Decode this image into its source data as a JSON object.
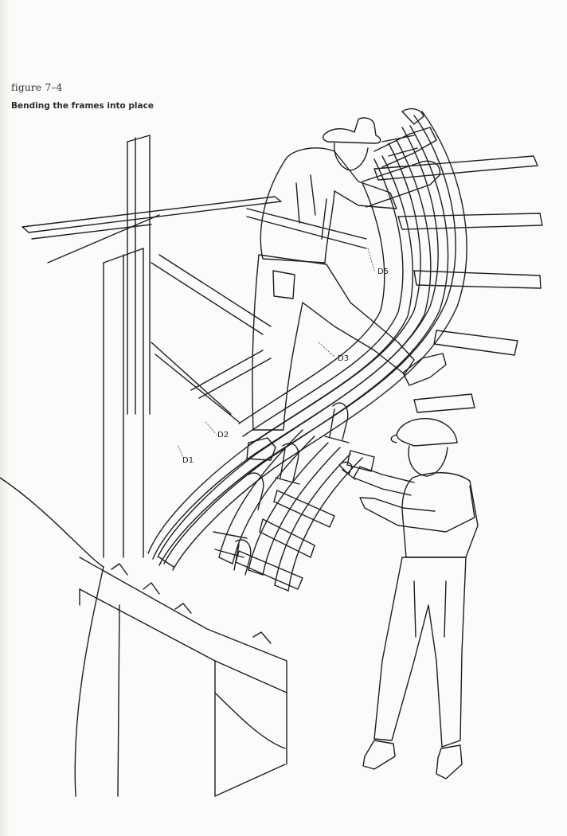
{
  "figure": {
    "number": "figure 7–4",
    "title": "Bending the frames into place"
  },
  "frame_labels": [
    {
      "id": "d5",
      "text": "D5"
    },
    {
      "id": "d3",
      "text": "D3"
    },
    {
      "id": "d2",
      "text": "D2"
    },
    {
      "id": "d1",
      "text": "D1"
    }
  ]
}
